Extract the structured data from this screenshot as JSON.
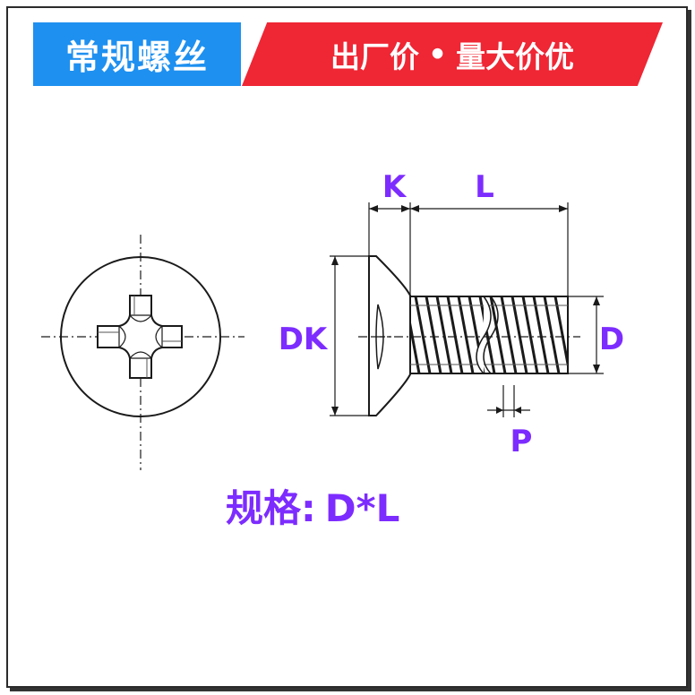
{
  "banner": {
    "title": "常规螺丝",
    "slogan_left": "出厂价",
    "separator": "•",
    "slogan_right": "量大价优",
    "colors": {
      "title_bg": "#1e90f0",
      "slogan_bg": "#ef2634"
    }
  },
  "dimensions": {
    "k": "K",
    "l": "L",
    "dk": "DK",
    "d": "D",
    "p": "P"
  },
  "spec": {
    "label": "规格:",
    "formula": "D*L"
  },
  "colors": {
    "label": "#7d2cff",
    "line": "#1a1a1a"
  }
}
